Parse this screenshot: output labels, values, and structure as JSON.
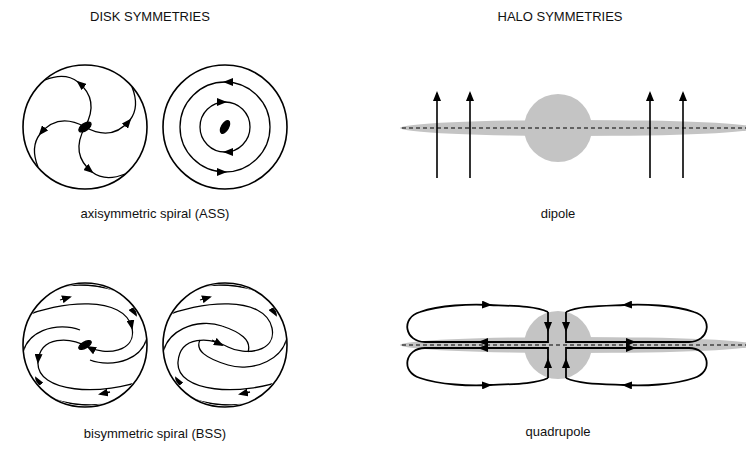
{
  "diagram": {
    "labels": [
      "DISK SYMMETRIES",
      "HALO SYMMETRIES",
      "axisymmetric spiral (ASS)",
      "dipole",
      "bisymmetric spiral (BSS)",
      "quadrupole"
    ]
  }
}
